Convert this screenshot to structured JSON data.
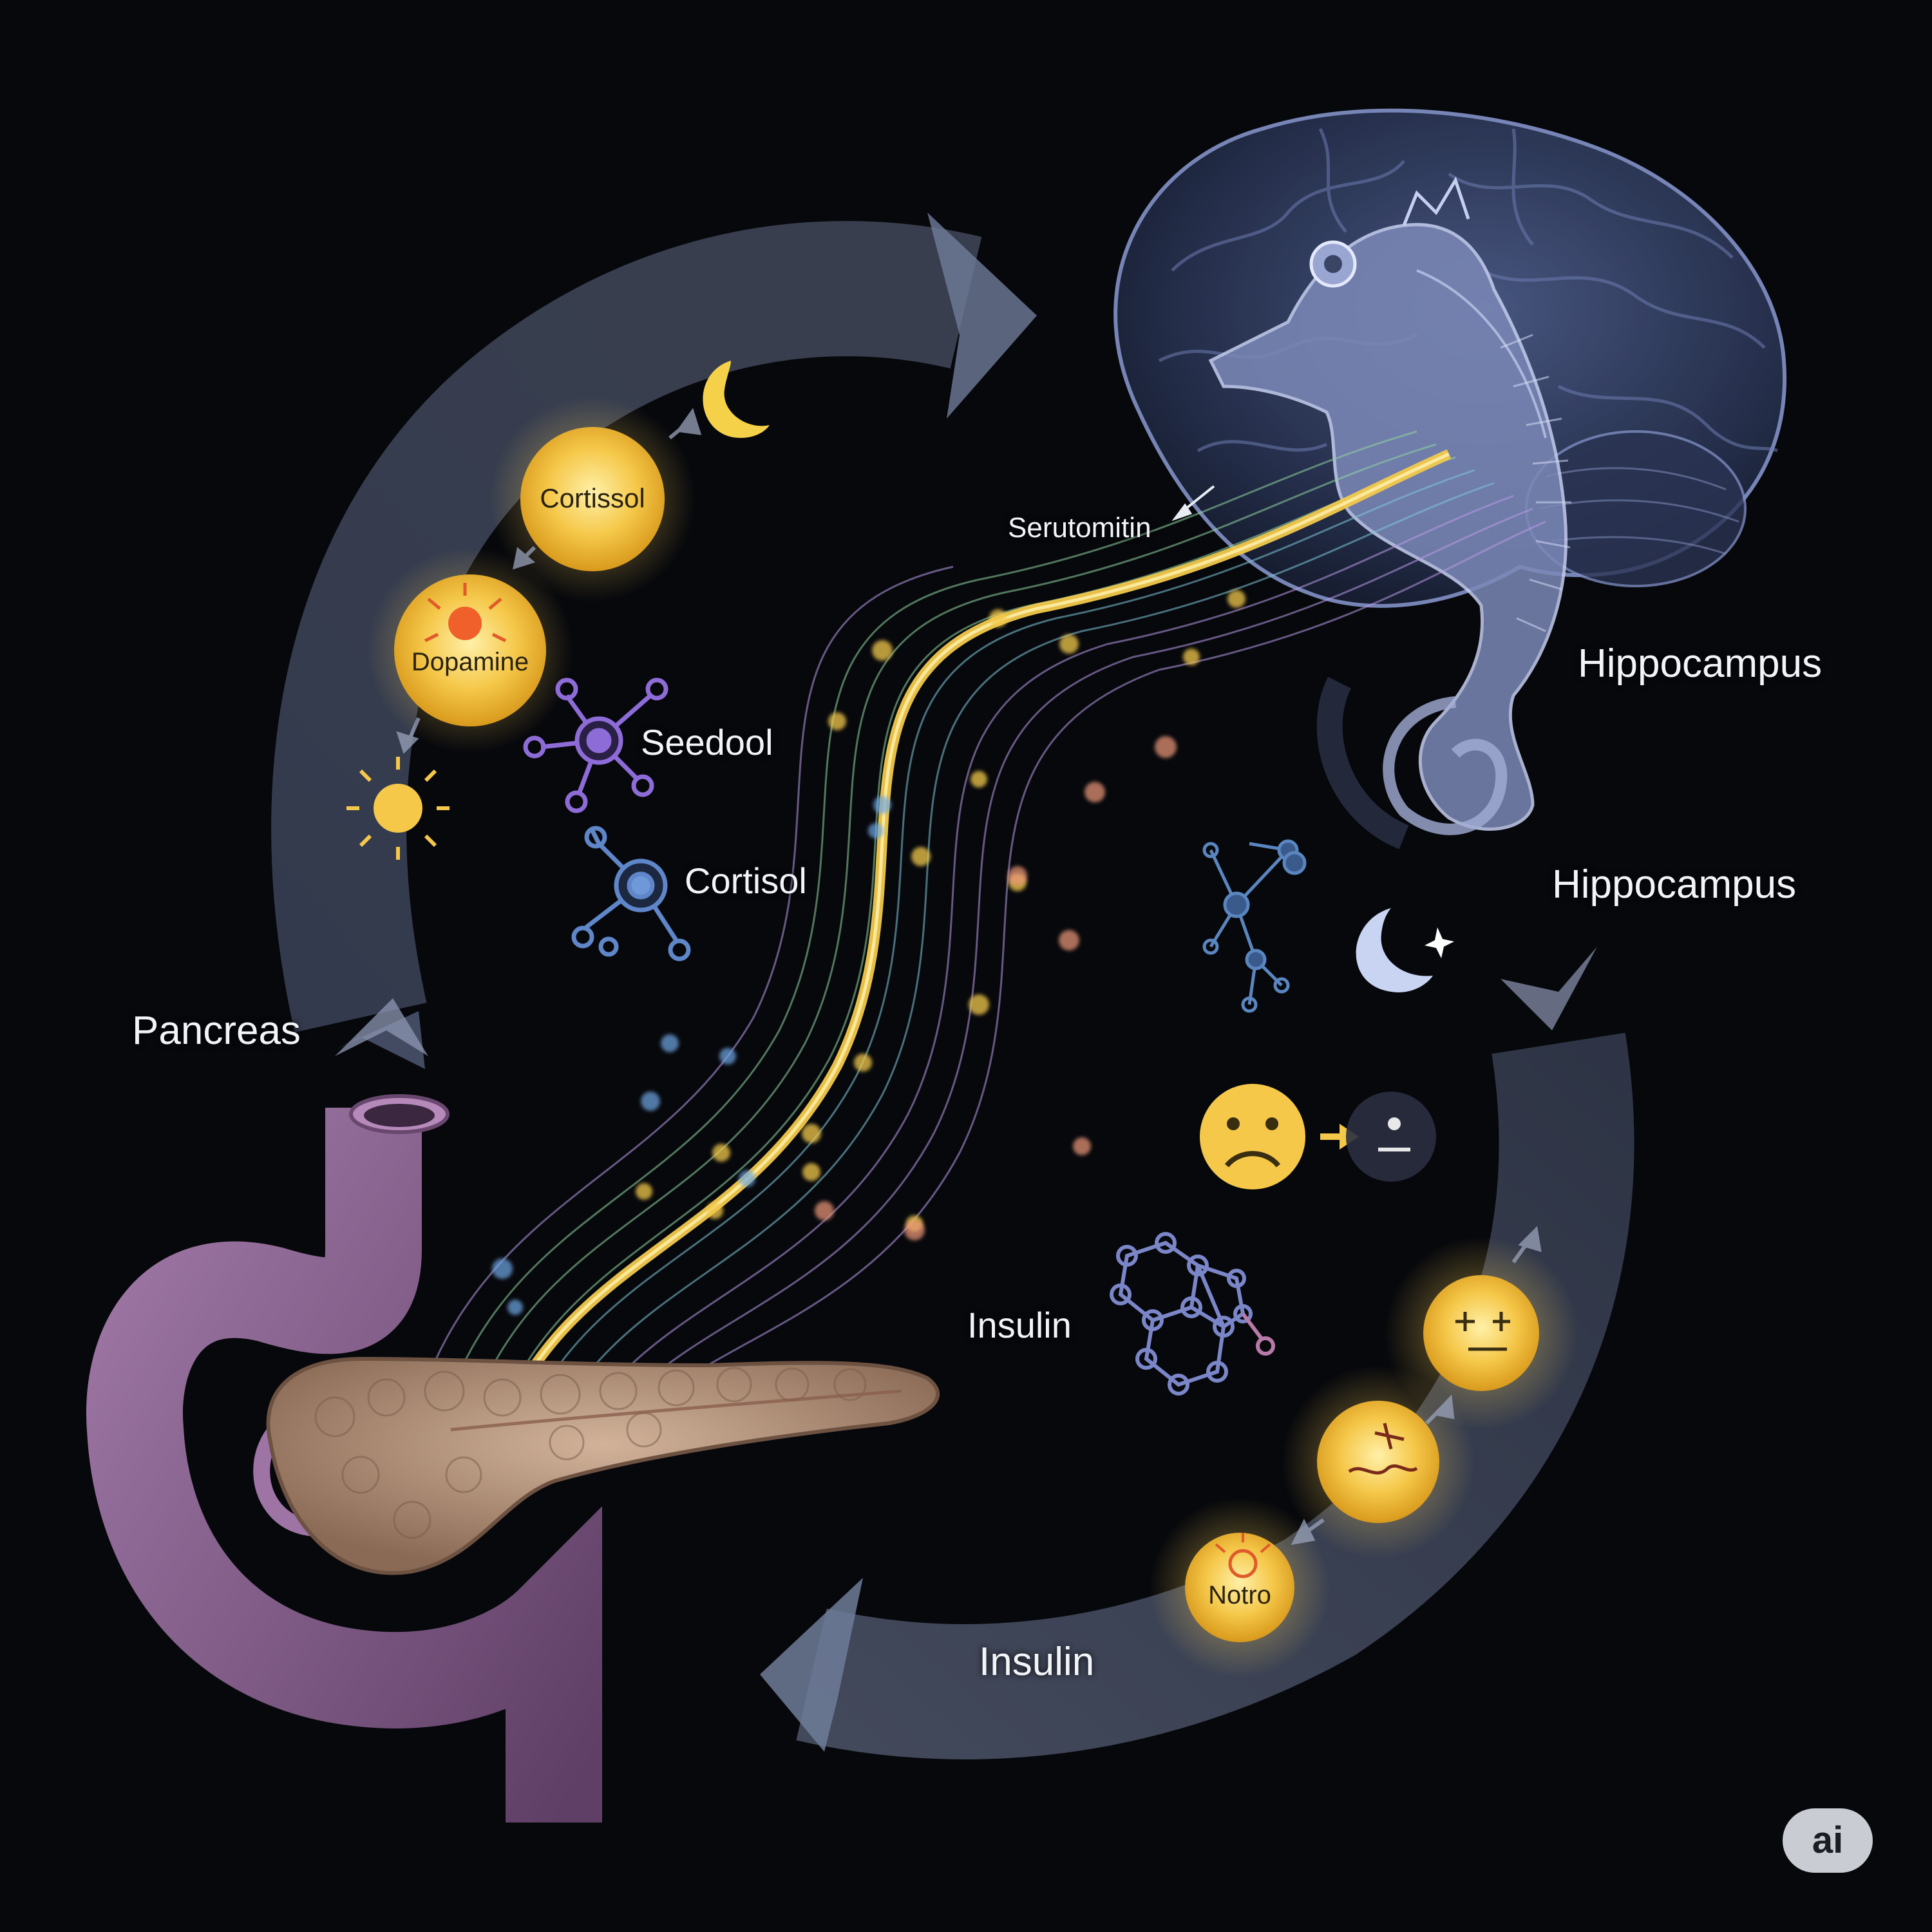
{
  "labels": {
    "hippocampus_upper": "Hippocampus",
    "hippocampus_lower": "Hippocampus",
    "pancreas": "Pancreas",
    "serutomitin": "Serutomitin",
    "seedool": "Seedool",
    "cortisol_molecule": "Cortisol",
    "insulin_molecule": "Insulin",
    "insulin_arrow": "Insulin"
  },
  "orbs": {
    "cortissol": "Cortissol",
    "dopamine": "Dopamine",
    "notro": "Notro"
  },
  "badge": "ai",
  "colors": {
    "background": "#07080c",
    "arrow": "#6f7c99",
    "orb": "#f5c84a",
    "pathway_gold": "#f2c94c",
    "brain": "#3a4566",
    "seahorse": "#8e9ac4",
    "intestine": "#8a6590",
    "pancreas": "#a8856e"
  },
  "icons": [
    "moon-icon",
    "sun-icon",
    "sad-face-icon",
    "neutral-face-icon",
    "crescent-star-icon",
    "molecule-icon"
  ]
}
